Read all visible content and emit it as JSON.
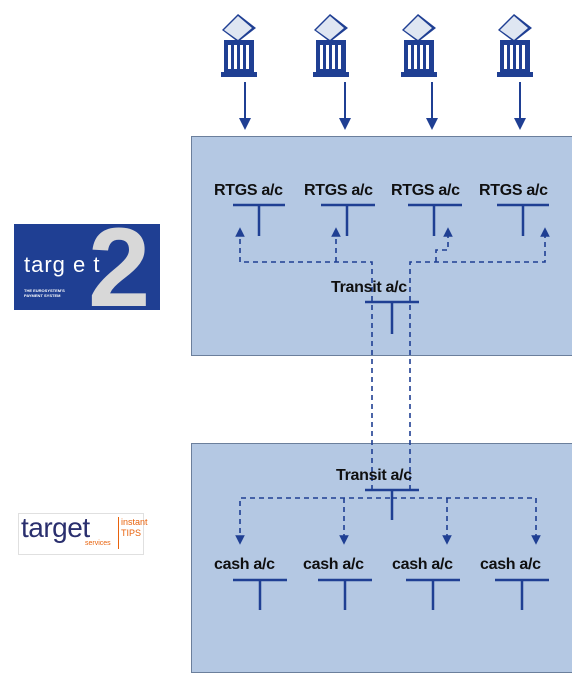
{
  "target2": {
    "rtgs_labels": [
      "RTGS a/c",
      "RTGS a/c",
      "RTGS a/c",
      "RTGS a/c"
    ],
    "transit_label": "Transit a/c",
    "logo": {
      "wordmark": "targ e t",
      "number": "2",
      "tagline": "THE EUROSYSTEM'S PAYMENT SYSTEM",
      "bg_color": "#1f3f93"
    }
  },
  "tips": {
    "transit_label": "Transit a/c",
    "cash_labels": [
      "cash a/c",
      "cash a/c",
      "cash a/c",
      "cash a/c"
    ],
    "logo": {
      "wordmark": "target",
      "services": "services",
      "instant": "instant",
      "tips": "TIPS",
      "accent_color": "#e8620c"
    }
  },
  "banks": [
    "bank-icon",
    "bank-icon",
    "bank-icon",
    "bank-icon"
  ],
  "colors": {
    "panel": "#b4c8e3",
    "line": "#1f3f93"
  }
}
